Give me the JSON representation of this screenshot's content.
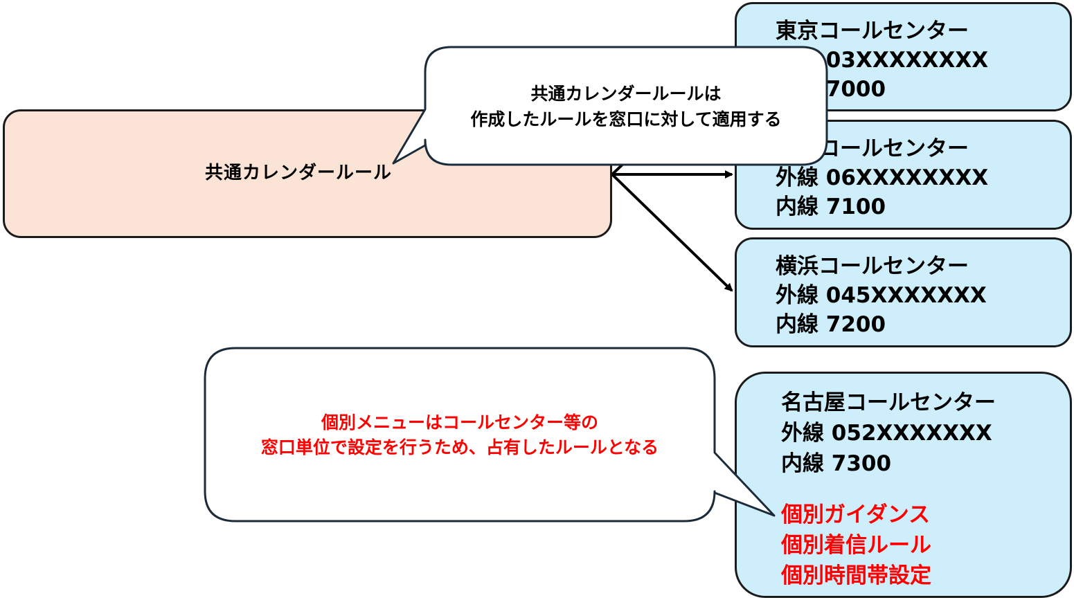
{
  "common_rule": {
    "label": "共通カレンダールール"
  },
  "callout_common": {
    "lines": [
      "共通カレンダールールは",
      "作成したルールを窓口に対して適用する"
    ]
  },
  "callout_individual": {
    "lines": [
      "個別メニューはコールセンター等の",
      "窓口単位で設定を行うため、占有したルールとなる"
    ],
    "color": "#ff0000"
  },
  "centers": {
    "tokyo": {
      "name": "東京コールセンター",
      "external": "外線 03XXXXXXXX",
      "internal": "内線 7000"
    },
    "osaka": {
      "name": "大阪コールセンター",
      "external": "外線 06XXXXXXXX",
      "internal": "内線 7100"
    },
    "yokohama": {
      "name": "横浜コールセンター",
      "external": "外線 045XXXXXXX",
      "internal": "内線 7200"
    },
    "nagoya": {
      "name": "名古屋コールセンター",
      "external": "外線 052XXXXXXX",
      "internal": "内線 7300",
      "menus": [
        "個別ガイダンス",
        "個別着信ルール",
        "個別時間帯設定"
      ]
    }
  },
  "colors": {
    "rule_fill": "#fbe3d6",
    "center_fill": "#cdeefa",
    "emphasis": "#ff0000"
  }
}
